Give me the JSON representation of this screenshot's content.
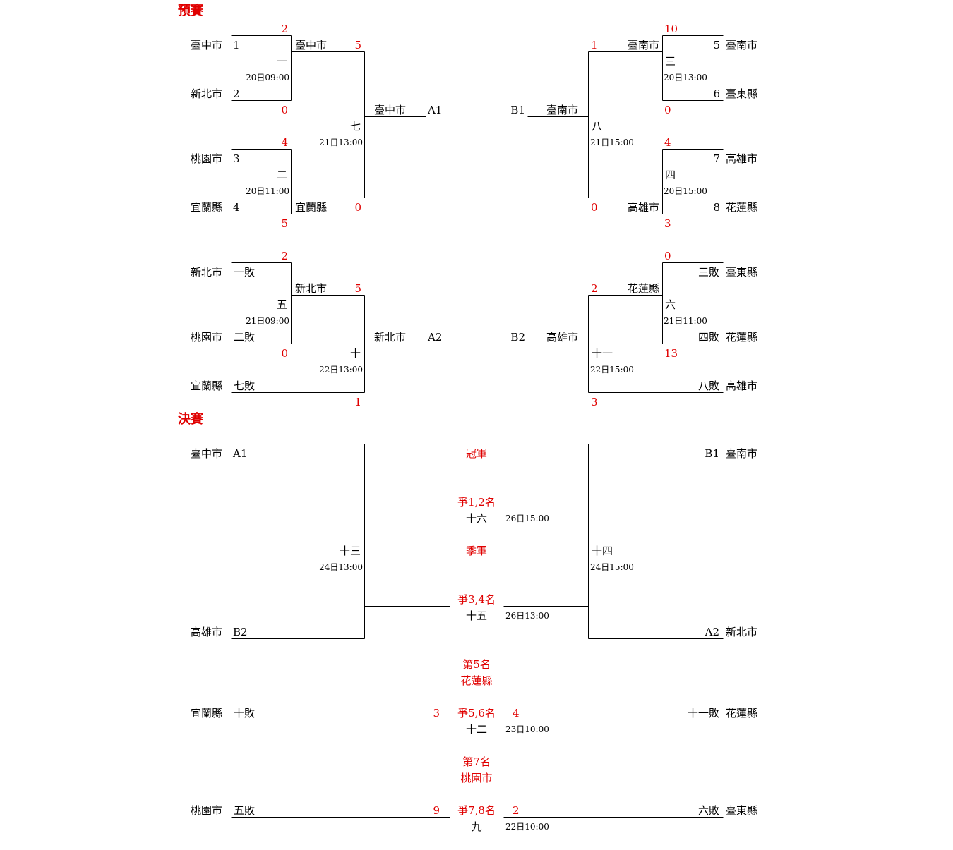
{
  "sections": {
    "prelim": "預賽",
    "final": "決賽"
  },
  "prelim": {
    "g1": {
      "team1": "臺中市",
      "seed1": "1",
      "team2": "新北市",
      "seed2": "2",
      "score1": "2",
      "score2": "0",
      "num": "一",
      "time": "20日09:00"
    },
    "g2": {
      "team1": "桃園市",
      "seed1": "3",
      "team2": "宜蘭縣",
      "seed2": "4",
      "score1": "4",
      "score2": "5",
      "num": "二",
      "time": "20日11:00"
    },
    "g7": {
      "w1": "臺中市",
      "w2": "宜蘭縣",
      "score1": "5",
      "score2": "0",
      "num": "七",
      "time": "21日13:00",
      "winner": "臺中市",
      "slot": "A1"
    },
    "g3": {
      "team1": "臺南市",
      "seed1": "5",
      "team2": "臺東縣",
      "seed2": "6",
      "score1": "10",
      "score2": "0",
      "num": "三",
      "time": "20日13:00"
    },
    "g4": {
      "team1": "高雄市",
      "seed1": "7",
      "team2": "花蓮縣",
      "seed2": "8",
      "score1": "4",
      "score2": "3",
      "num": "四",
      "time": "20日15:00"
    },
    "g8": {
      "w1": "臺南市",
      "w2": "高雄市",
      "score1": "1",
      "score2": "0",
      "num": "八",
      "time": "21日15:00",
      "winner": "臺南市",
      "slot": "B1"
    },
    "g5": {
      "team1": "新北市",
      "src1": "一敗",
      "team2": "桃園市",
      "src2": "二敗",
      "score1": "2",
      "score2": "0",
      "num": "五",
      "time": "21日09:00"
    },
    "g10": {
      "w1": "新北市",
      "team3": "宜蘭縣",
      "src3": "七敗",
      "score1": "5",
      "score2": "1",
      "num": "十",
      "time": "22日13:00",
      "winner": "新北市",
      "slot": "A2"
    },
    "g6": {
      "team1": "臺東縣",
      "src1": "三敗",
      "team2": "花蓮縣",
      "src2": "四敗",
      "score1": "0",
      "score2": "13",
      "num": "六",
      "time": "21日11:00"
    },
    "g11": {
      "w1": "花蓮縣",
      "team3": "高雄市",
      "src3": "八敗",
      "score1": "2",
      "score2": "3",
      "num": "十一",
      "time": "22日15:00",
      "winner": "高雄市",
      "slot": "B2"
    }
  },
  "final": {
    "left_top": {
      "team": "臺中市",
      "slot": "A1"
    },
    "left_bottom": {
      "team": "高雄市",
      "slot": "B2"
    },
    "right_top": {
      "team": "臺南市",
      "slot": "B1"
    },
    "right_bottom": {
      "team": "新北市",
      "slot": "A2"
    },
    "g13": {
      "num": "十三",
      "time": "24日13:00"
    },
    "g14": {
      "num": "十四",
      "time": "24日15:00"
    },
    "champion": "冠軍",
    "g16": {
      "label": "爭1,2名",
      "num": "十六",
      "time": "26日15:00"
    },
    "third": "季軍",
    "g15": {
      "label": "爭3,4名",
      "num": "十五",
      "time": "26日13:00"
    },
    "fifth": {
      "label": "第5名",
      "team": "花蓮縣"
    },
    "g12": {
      "left_team": "宜蘭縣",
      "left_src": "十敗",
      "left_score": "3",
      "label": "爭5,6名",
      "right_score": "4",
      "right_src": "十一敗",
      "right_team": "花蓮縣",
      "num": "十二",
      "time": "23日10:00"
    },
    "seventh": {
      "label": "第7名",
      "team": "桃園市"
    },
    "g9": {
      "left_team": "桃園市",
      "left_src": "五敗",
      "left_score": "9",
      "label": "爭7,8名",
      "right_score": "2",
      "right_src": "六敗",
      "right_team": "臺東縣",
      "num": "九",
      "time": "22日10:00"
    }
  },
  "colors": {
    "score": "#e00000",
    "line": "#000000",
    "text": "#000000"
  }
}
